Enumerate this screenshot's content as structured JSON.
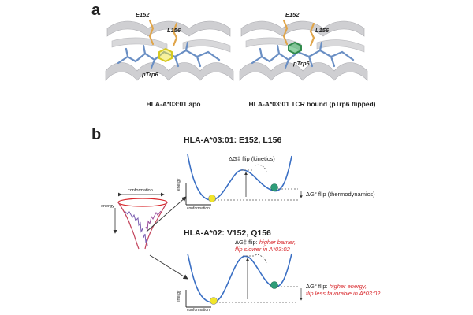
{
  "panel_a": {
    "letter": "a",
    "left": {
      "caption": "HLA-A*03:01 apo",
      "label_e": "E152",
      "label_l": "L156",
      "label_p": "pTrp6"
    },
    "right": {
      "caption": "HLA-A*03:01 TCR bound (pTrp6 flipped)",
      "label_e": "E152",
      "label_l": "L156",
      "label_p": "pTrp6"
    }
  },
  "panel_b": {
    "letter": "b",
    "funnel": {
      "conformation_label": "conformation",
      "energy_label": "energy"
    },
    "top": {
      "title": "HLA-A*03:01: E152, L156",
      "barrier_note": "ΔG‡ flip (kinetics)",
      "energy_note": "ΔG° flip (thermodynamics)",
      "axis_energy": "energy",
      "axis_conformation": "conformation"
    },
    "bottom": {
      "title": "HLA-A*02: V152, Q156",
      "barrier_prefix": "ΔG‡ flip: ",
      "barrier_red_1": "higher barrier,",
      "barrier_red_2": "flip slower in A*03:02",
      "energy_prefix": "ΔG° flip: ",
      "energy_red_1": "higher energy,",
      "energy_red_2": "flip less favorable in A*03:02",
      "axis_energy": "energy",
      "axis_conformation": "conformation"
    }
  },
  "colors": {
    "curve": "#3a6fc4",
    "yellow_state": "#f1e52a",
    "green_state": "#2e9d78",
    "red_text": "#d8262a",
    "helix": "#c9c9cc",
    "stick_blue": "#6a8fc4",
    "stick_orange": "#e0a54a"
  }
}
